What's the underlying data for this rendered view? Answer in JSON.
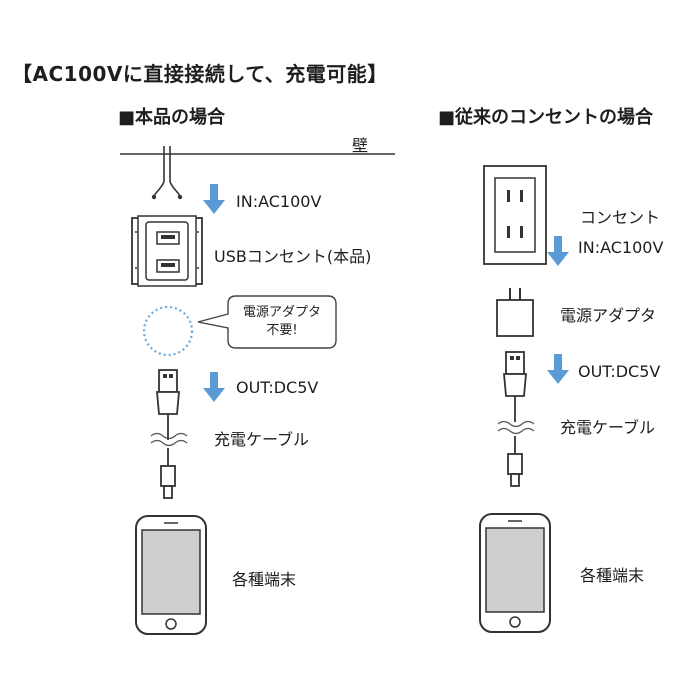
{
  "title": "【AC100Vに直接接続して、充電可能】",
  "left": {
    "heading": "■本品の場合",
    "wall_label": "壁",
    "input_label": "IN:AC100V",
    "outlet_label": "USBコンセント(本品)",
    "bubble_label": "電源アダプタ\n不要!",
    "output_label": "OUT:DC5V",
    "cable_label": "充電ケーブル",
    "device_label": "各種端末"
  },
  "right": {
    "heading": "■従来のコンセントの場合",
    "outlet_label": "コンセント",
    "input_label": "IN:AC100V",
    "adapter_label": "電源アダプタ",
    "output_label": "OUT:DC5V",
    "cable_label": "充電ケーブル",
    "device_label": "各種端末"
  },
  "colors": {
    "arrow": "#5b9bd5",
    "line": "#444444",
    "dotted_circle": "#6aa8dc",
    "phone_screen": "#cfcfcf"
  }
}
